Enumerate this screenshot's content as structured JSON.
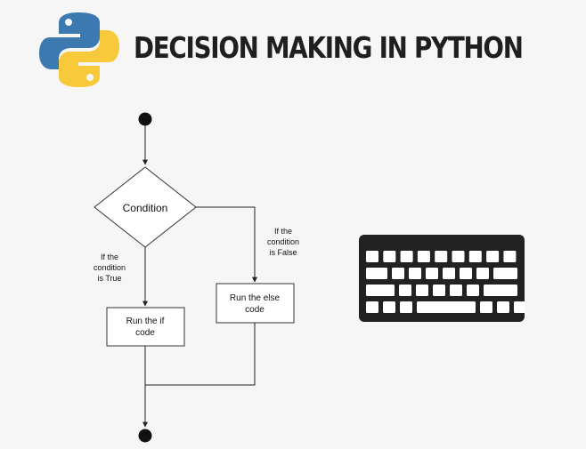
{
  "header": {
    "title": "DECISION MAKING IN PYTHON",
    "logo_icon": "python-logo-icon",
    "colors": {
      "python_blue": "#3c79b1",
      "python_yellow": "#f8c93b"
    }
  },
  "flowchart": {
    "condition": "Condition",
    "true_branch_label": [
      "If the",
      "condition",
      "is True"
    ],
    "false_branch_label": [
      "If the",
      "condition",
      "is False"
    ],
    "if_box": [
      "Run the if",
      "code"
    ],
    "else_box": [
      "Run the else",
      "code"
    ]
  },
  "keyboard": {
    "icon": "keyboard-icon",
    "color": "#222222"
  }
}
